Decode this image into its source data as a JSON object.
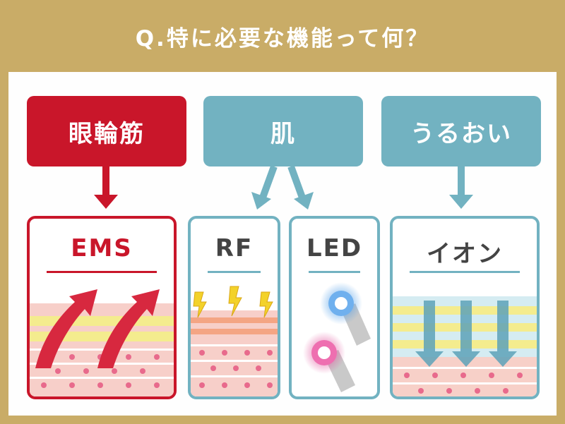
{
  "header": {
    "title": "Q.特に必要な機能って何？"
  },
  "categories": [
    {
      "label": "眼輪筋",
      "color": "#c9162a"
    },
    {
      "label": "肌",
      "color": "#72b2c1"
    },
    {
      "label": "うるおい",
      "color": "#72b2c1"
    }
  ],
  "features": [
    {
      "label": "EMS",
      "icon": "muscle-lift-arrows-icon"
    },
    {
      "label": "RF",
      "icon": "lightning-bolt-icon"
    },
    {
      "label": "LED",
      "icon": "led-device-icon"
    },
    {
      "label": "イオン",
      "icon": "ion-penetration-arrows-icon"
    }
  ],
  "colors": {
    "header_gold": "#c9ac67",
    "accent_red": "#c9162a",
    "accent_blue": "#72b2c1",
    "skin_pink": "#f7cfc9",
    "skin_yellow": "#f4ec8e",
    "led_blue": "#4a9be8",
    "led_pink": "#e0509a"
  }
}
